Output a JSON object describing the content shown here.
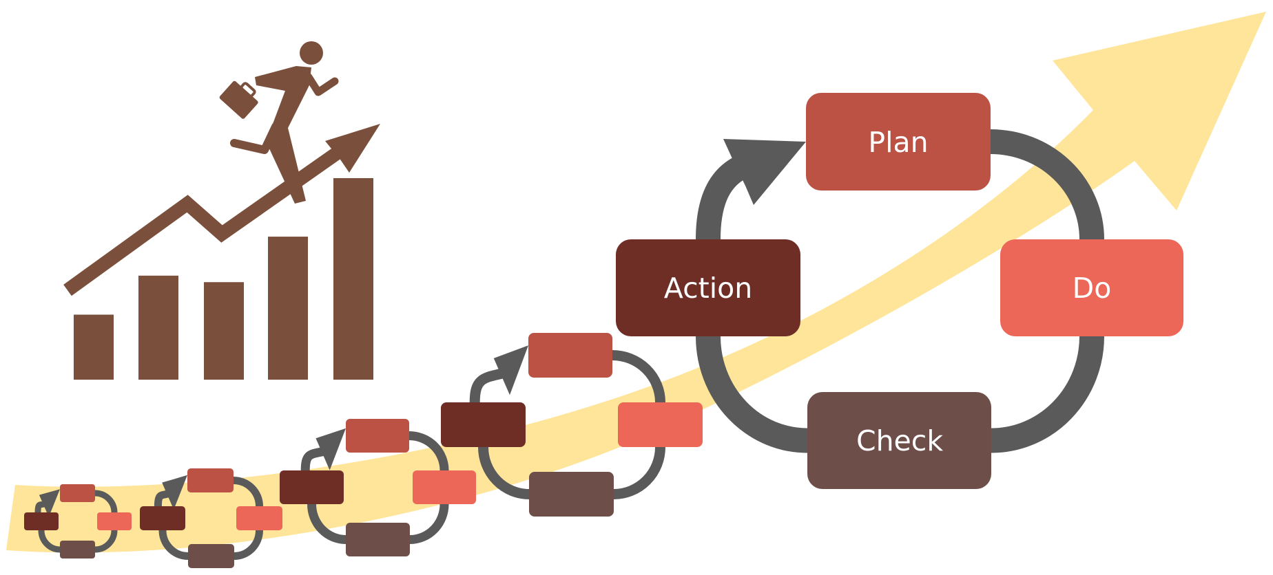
{
  "diagram": {
    "title": "PDCA continuous improvement cycle",
    "colors": {
      "plan": "#BB5244",
      "do": "#EC6757",
      "check": "#6E4E48",
      "action": "#6E2E26",
      "ring": "#5A5A5A",
      "band": "#FEE599",
      "chart": "#7A4F3B"
    },
    "main_cycle": {
      "stages": [
        {
          "key": "plan",
          "label": "Plan"
        },
        {
          "key": "do",
          "label": "Do"
        },
        {
          "key": "check",
          "label": "Check"
        },
        {
          "key": "action",
          "label": "Action"
        }
      ]
    },
    "small_cycles_count": 4,
    "growth_icon": {
      "description": "Businessman running up a rising bar chart with a trend arrow",
      "bar_values": [
        1.0,
        1.6,
        1.5,
        2.2,
        3.1
      ]
    }
  }
}
